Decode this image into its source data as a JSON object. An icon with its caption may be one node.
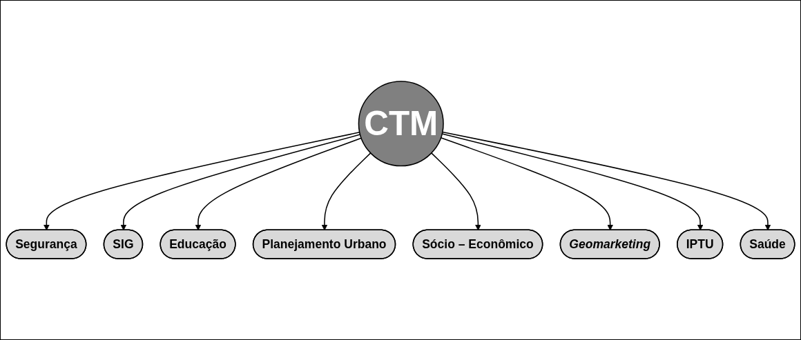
{
  "diagram": {
    "nodes": [
      {
        "text": [
          "Segurança"
        ]
      },
      {
        "text": [
          "SIG"
        ]
      },
      {
        "text": [
          "Educação"
        ]
      },
      {
        "text": [
          "Planejamento Urbano"
        ]
      },
      {
        "text": [
          "CTM"
        ]
      },
      {
        "text": [
          "Sócio – Econômico"
        ]
      },
      {
        "text": [
          "Geomarketing"
        ]
      },
      {
        "text": [
          "IPTU"
        ]
      },
      {
        "text": [
          "Saúde"
        ]
      }
    ],
    "edges": [
      {
        "from": 4,
        "to": 0,
        "arrow": "to"
      },
      {
        "from": 4,
        "to": 1,
        "arrow": "to"
      },
      {
        "from": 4,
        "to": 2,
        "arrow": "to"
      },
      {
        "from": 4,
        "to": 3,
        "arrow": "to"
      },
      {
        "from": 4,
        "to": 5,
        "arrow": "to"
      },
      {
        "from": 4,
        "to": 6,
        "arrow": "to"
      },
      {
        "from": 4,
        "to": 7,
        "arrow": "to"
      },
      {
        "from": 4,
        "to": 8,
        "arrow": "to"
      }
    ]
  }
}
